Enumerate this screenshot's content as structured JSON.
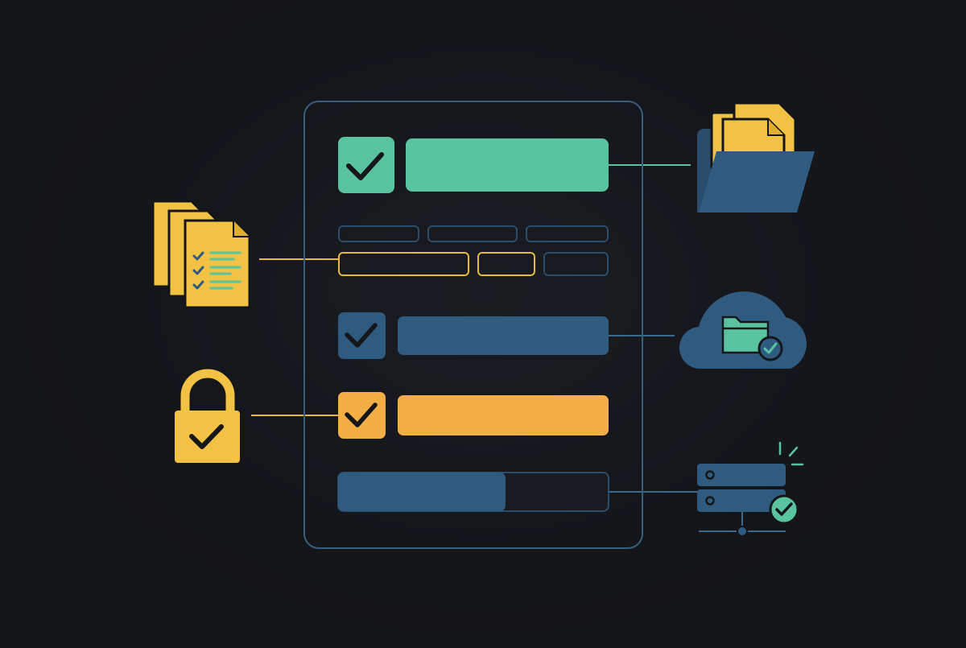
{
  "colors": {
    "background": "#141519",
    "panel_border": "#36607e",
    "green": "#5ac3a0",
    "blue": "#2f5b80",
    "dark_blue": "#2c4c6b",
    "orange": "#f3ae45",
    "yellow": "#f2c244",
    "connector_green": "#5ac3a0",
    "connector_yellow": "#e8b93c",
    "connector_blue": "#3d6a8c",
    "check_dark": "#15171b"
  },
  "checklist": {
    "rows": [
      {
        "kind": "checked-bar",
        "color": "green",
        "checked": true
      },
      {
        "kind": "field-grid-row",
        "fields": 3
      },
      {
        "kind": "field-grid-row-highlighted",
        "fields": 3,
        "highlighted": 2
      },
      {
        "kind": "checked-bar",
        "color": "blue",
        "checked": true
      },
      {
        "kind": "checked-bar",
        "color": "orange",
        "checked": true
      },
      {
        "kind": "progress-bar",
        "progress": 0.62
      }
    ]
  },
  "side_icons": {
    "left": [
      {
        "name": "document-stack-checklist-icon",
        "connects_to_row": 2
      },
      {
        "name": "padlock-check-icon",
        "connects_to_row": 4
      }
    ],
    "right": [
      {
        "name": "folder-with-files-icon",
        "connects_to_row": 0
      },
      {
        "name": "cloud-folder-check-icon",
        "connects_to_row": 3
      },
      {
        "name": "server-check-icon",
        "connects_to_row": 5
      }
    ]
  }
}
